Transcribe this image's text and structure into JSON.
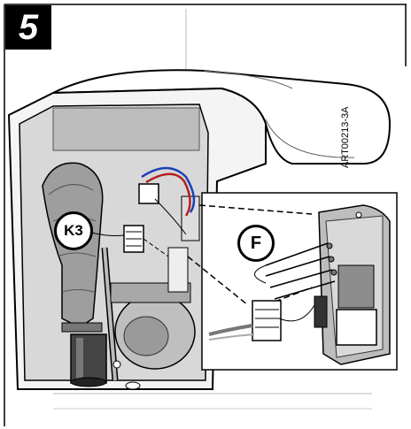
{
  "step": {
    "number": "5"
  },
  "callouts": {
    "k3": "K3",
    "f": "F"
  },
  "art_code": "ART00213-3A"
}
